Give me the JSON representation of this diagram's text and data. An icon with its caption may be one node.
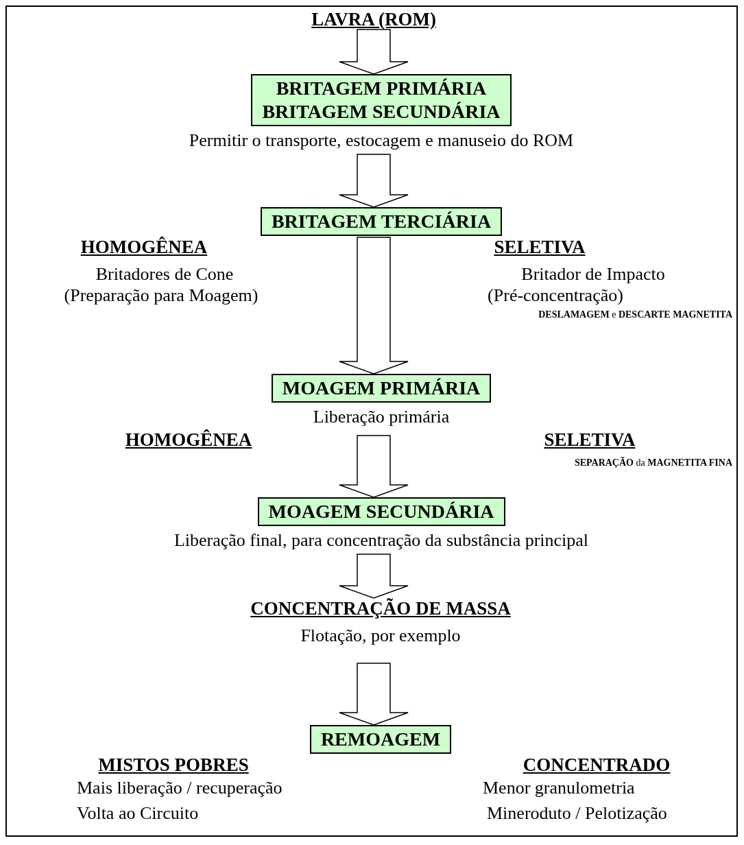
{
  "diagram": {
    "nodes": [
      {
        "text": [
          "LAVRA (ROM)"
        ]
      },
      {
        "text": [
          "BRITAGEM PRIMÁRIA",
          "BRITAGEM SECUNDÁRIA"
        ],
        "beside": [
          "Permitir o transporte, estocagem e manuseio do ROM"
        ]
      },
      {
        "text": [
          "BRITAGEM TERCIÁRIA"
        ]
      },
      {
        "text": [
          "MOAGEM PRIMÁRIA"
        ],
        "beside": [
          "Liberação primária"
        ]
      },
      {
        "text": [
          "MOAGEM SECUNDÁRIA"
        ],
        "beside": [
          "Liberação final, para concentração da substância principal"
        ]
      },
      {
        "text": [
          "CONCENTRAÇÃO DE MASSA"
        ],
        "beside": [
          "Flotação, por exemplo"
        ]
      },
      {
        "text": [
          "REMOAGEM"
        ]
      }
    ],
    "edges": [
      {
        "from": 0,
        "to": 1,
        "arrow": "to"
      },
      {
        "from": 1,
        "to": 2,
        "arrow": "to"
      },
      {
        "from": 2,
        "to": 3,
        "arrow": "to"
      },
      {
        "from": 3,
        "to": 4,
        "arrow": "to"
      },
      {
        "from": 4,
        "to": 5,
        "arrow": "to"
      },
      {
        "from": 5,
        "to": 6,
        "arrow": "to"
      }
    ],
    "labels": [
      "HOMOGÊNEA",
      "SELETIVA",
      "Britadores de Cone",
      "Britador de Impacto",
      "(Preparação para Moagem)",
      "(Pré-concentração)",
      "**DESLAMAGEM** e **DESCARTE MAGNETITA**",
      "HOMOGÊNEA",
      "SELETIVA",
      "**SEPARAÇÃO** da **MAGNETITA FINA**",
      "MISTOS POBRES",
      "CONCENTRADO",
      "Mais liberação / recuperação",
      "Menor granulometria",
      "Volta ao Circuito",
      "Mineroduto / Pelotização"
    ]
  }
}
